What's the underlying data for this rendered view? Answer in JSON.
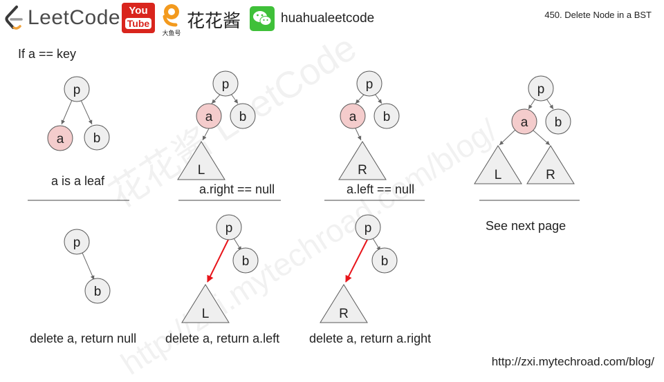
{
  "header": {
    "logo_text": "LeetCode",
    "youtube_you": "You",
    "youtube_tube": "Tube",
    "douyu_label": "大鱼号",
    "channel_cn": "花花酱",
    "handle": "huahualeetcode",
    "slide_title": "450. Delete Node in a BST"
  },
  "condition": "If a == key",
  "nodes": {
    "p": "p",
    "a": "a",
    "b": "b",
    "L": "L",
    "R": "R"
  },
  "captions": {
    "case1": "a is a leaf",
    "case2": "a.right == null",
    "case3": "a.left == null",
    "case4": "See next page",
    "result1": "delete a, return null",
    "result2": "delete a, return a.left",
    "result3": "delete a, return a.right"
  },
  "footer": {
    "url": "http://zxi.mytechroad.com/blog/"
  },
  "watermark": {
    "line1": "花花酱 LeetCode",
    "line2": "http://zxi.mytechroad.com/blog/"
  },
  "colors": {
    "node_fill": "#efefef",
    "target_fill": "#f4cccc",
    "stroke": "#595959",
    "edge": "#666666",
    "highlight_edge": "#e8141a",
    "youtube_red": "#d9251d",
    "wechat_green": "#3fc039"
  }
}
